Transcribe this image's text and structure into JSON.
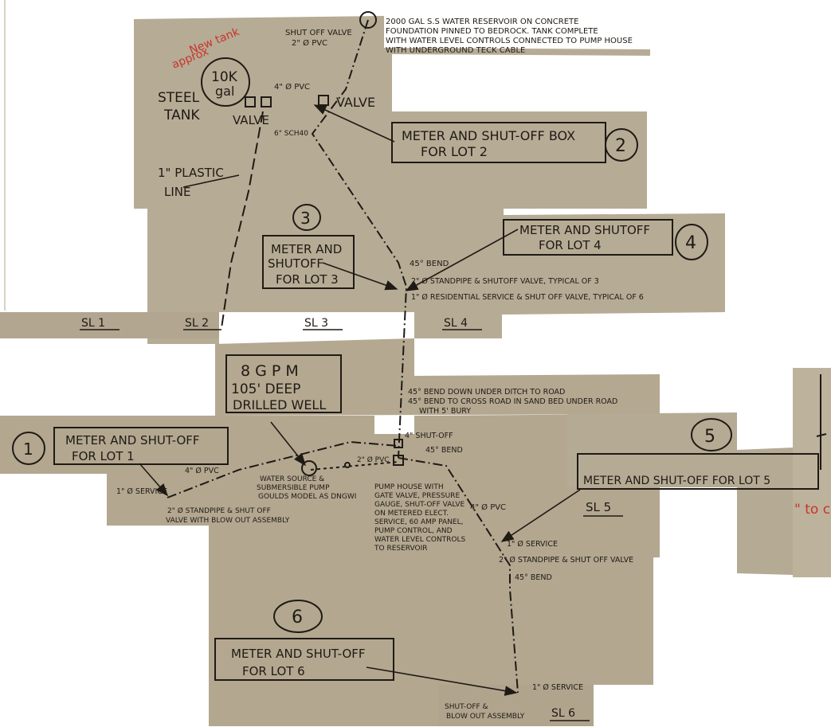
{
  "tank_note": [
    "2000 GAL S.S WATER RESERVOIR ON CONCRETE",
    "FOUNDATION PINNED TO BEDROCK. TANK COMPLETE",
    "WITH WATER LEVEL CONTROLS CONNECTED TO PUMP HOUSE",
    "WITH UNDERGROUND TECK CABLE"
  ],
  "shutoff_valve_label": "SHUT OFF VALVE",
  "pvc2_label": "2\" Ø PVC",
  "approx_new_tank": [
    "approx",
    "New tank"
  ],
  "steel_tank": [
    "STEEL",
    "TANK"
  ],
  "tank_10k": [
    "10K",
    "gal"
  ],
  "pvc4_label_top": "4\" Ø PVC",
  "valve_label_right": "VALVE",
  "valve_label_left": "VALVE",
  "sch_label": "6\" SCH40",
  "plastic_line": [
    "1\" PLASTIC",
    "LINE"
  ],
  "lot2_box": [
    "METER AND SHUT-OFF BOX",
    "FOR LOT 2"
  ],
  "lot2_num": "2",
  "lot3_num": "3",
  "lot3_box": [
    "METER AND",
    "SHUTOFF",
    "FOR LOT 3"
  ],
  "lot4_box": [
    "METER AND SHUTOFF",
    "FOR LOT 4"
  ],
  "lot4_num": "4",
  "bend45_top": "45° BEND",
  "standpipe_note": "2\" Ø STANDPIPE & SHUTOFF VALVE, TYPICAL OF 3",
  "residential_note": "1\" Ø RESIDENTIAL SERVICE & SHUT OFF VALVE, TYPICAL OF 6",
  "sl_labels": [
    "SL 1",
    "SL 2",
    "SL 3",
    "SL 4"
  ],
  "well_box": [
    "8 G P M",
    "105' DEEP",
    "DRILLED WELL"
  ],
  "bend_down_note": [
    "45° BEND DOWN UNDER DITCH TO ROAD",
    "45° BEND TO CROSS ROAD IN SAND BED UNDER ROAD",
    "WITH 5' BURY"
  ],
  "lot1_num": "1",
  "lot1_box": [
    "METER AND SHUT-OFF",
    "FOR LOT 1"
  ],
  "shutoff4": "4\" SHUT-OFF",
  "bend45_mid": "45° BEND",
  "pvc4_label_mid": "4\" Ø PVC",
  "pvc2_mid": "2\" Ø PVC",
  "service1": "1\" Ø SERVICE",
  "standpipe_blowout": [
    "2\" Ø STANDPIPE & SHUT OFF",
    "VALVE WITH BLOW OUT ASSEMBLY"
  ],
  "pump_note": [
    "WATER SOURCE &",
    "SUBMERSIBLE PUMP",
    "GOULDS MODEL AS DNGWI"
  ],
  "pumphouse_note": [
    "PUMP HOUSE WITH",
    "GATE VALVE, PRESSURE",
    "GAUGE, SHUT-OFF VALVE",
    "ON METERED ELECT.",
    "SERVICE, 60 AMP PANEL,",
    "PUMP CONTROL, AND",
    "WATER LEVEL CONTROLS",
    "TO RESERVOIR"
  ],
  "pvc4_label_low": "4\" Ø PVC",
  "lot5_num": "5",
  "lot5_box": "METER AND SHUT-OFF FOR LOT 5",
  "sl5": "SL 5",
  "red_fragment": "\" to c",
  "service_lot5": "1\" Ø SERVICE",
  "standpipe_lot5": "2\" Ø STANDPIPE & SHUT OFF VALVE",
  "bend45_low": "45° BEND",
  "lot6_num": "6",
  "lot6_box": [
    "METER AND SHUT-OFF",
    "FOR LOT 6"
  ],
  "service_lot6": "1\" Ø SERVICE",
  "blowout_lot6": [
    "SHUT-OFF &",
    "BLOW OUT ASSEMBLY"
  ],
  "sl6": "SL 6"
}
